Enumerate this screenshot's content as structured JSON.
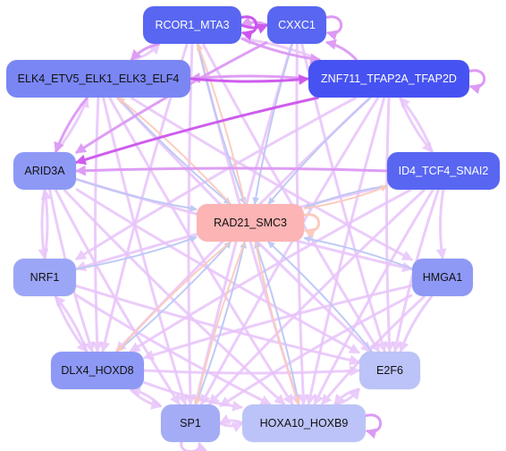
{
  "colors": {
    "edge_strong": "#cc55ee",
    "edge_mid": "#dd99f4",
    "edge_light": "#e8c4fa",
    "edge_blue": "#bcc8f4",
    "edge_peach": "#fbcbbd"
  },
  "nodes": [
    {
      "id": "rcor1",
      "label": "RCOR1_MTA3",
      "fill": "#5866f2",
      "text": "#ffffff"
    },
    {
      "id": "cxxc1",
      "label": "CXXC1",
      "fill": "#5866f2",
      "text": "#ffffff"
    },
    {
      "id": "elk4",
      "label": "ELK4_ETV5_ELK1_ELK3_ELF4",
      "fill": "#7a86f4",
      "text": "#111111"
    },
    {
      "id": "znf711",
      "label": "ZNF711_TFAP2A_TFAP2D",
      "fill": "#4652f2",
      "text": "#ffffff"
    },
    {
      "id": "arid3a",
      "label": "ARID3A",
      "fill": "#8e99f6",
      "text": "#111111"
    },
    {
      "id": "id4",
      "label": "ID4_TCF4_SNAI2",
      "fill": "#5866f2",
      "text": "#ffffff"
    },
    {
      "id": "rad21",
      "label": "RAD21_SMC3",
      "fill": "#fcb4b4",
      "text": "#111111"
    },
    {
      "id": "nrf1",
      "label": "NRF1",
      "fill": "#9ca6f6",
      "text": "#111111"
    },
    {
      "id": "hmga1",
      "label": "HMGA1",
      "fill": "#8e99f6",
      "text": "#111111"
    },
    {
      "id": "dlx4",
      "label": "DLX4_HOXD8",
      "fill": "#8e99f6",
      "text": "#111111"
    },
    {
      "id": "e2f6",
      "label": "E2F6",
      "fill": "#bcc3f8",
      "text": "#111111"
    },
    {
      "id": "sp1",
      "label": "SP1",
      "fill": "#a4acf6",
      "text": "#111111"
    },
    {
      "id": "hoxa10",
      "label": "HOXA10_HOXB9",
      "fill": "#bcc3f8",
      "text": "#111111"
    }
  ],
  "edges": [
    {
      "from": "rcor1",
      "to": "cxxc1",
      "color": "edge_strong",
      "w": 3
    },
    {
      "from": "cxxc1",
      "to": "rcor1",
      "color": "edge_mid",
      "w": 3
    },
    {
      "from": "elk4",
      "to": "znf711",
      "color": "edge_strong",
      "w": 3
    },
    {
      "from": "znf711",
      "to": "elk4",
      "color": "edge_mid",
      "w": 3
    },
    {
      "from": "rcor1",
      "to": "elk4",
      "color": "edge_mid",
      "w": 3
    },
    {
      "from": "elk4",
      "to": "rcor1",
      "color": "edge_light",
      "w": 3
    },
    {
      "from": "rcor1",
      "to": "znf711",
      "color": "edge_mid",
      "w": 3
    },
    {
      "from": "znf711",
      "to": "rcor1",
      "color": "edge_light",
      "w": 3
    },
    {
      "from": "znf711",
      "to": "cxxc1",
      "color": "edge_mid",
      "w": 3
    },
    {
      "from": "znf711",
      "to": "arid3a",
      "color": "edge_strong",
      "w": 3
    },
    {
      "from": "elk4",
      "to": "arid3a",
      "color": "edge_mid",
      "w": 3
    },
    {
      "from": "arid3a",
      "to": "elk4",
      "color": "edge_light",
      "w": 3
    },
    {
      "from": "cxxc1",
      "to": "arid3a",
      "color": "edge_mid",
      "w": 3
    },
    {
      "from": "id4",
      "to": "arid3a",
      "color": "edge_mid",
      "w": 3
    },
    {
      "from": "znf711",
      "to": "id4",
      "color": "edge_light",
      "w": 3
    },
    {
      "from": "id4",
      "to": "znf711",
      "color": "edge_light",
      "w": 3
    },
    {
      "from": "arid3a",
      "to": "nrf1",
      "color": "edge_light",
      "w": 3
    },
    {
      "from": "nrf1",
      "to": "arid3a",
      "color": "edge_light",
      "w": 3
    },
    {
      "from": "nrf1",
      "to": "dlx4",
      "color": "edge_light",
      "w": 3
    },
    {
      "from": "dlx4",
      "to": "nrf1",
      "color": "edge_light",
      "w": 3
    },
    {
      "from": "dlx4",
      "to": "sp1",
      "color": "edge_light",
      "w": 3
    },
    {
      "from": "sp1",
      "to": "dlx4",
      "color": "edge_light",
      "w": 3
    },
    {
      "from": "sp1",
      "to": "hoxa10",
      "color": "edge_light",
      "w": 3
    },
    {
      "from": "hoxa10",
      "to": "sp1",
      "color": "edge_light",
      "w": 3
    },
    {
      "from": "hoxa10",
      "to": "e2f6",
      "color": "edge_light",
      "w": 3
    },
    {
      "from": "e2f6",
      "to": "hoxa10",
      "color": "edge_light",
      "w": 3
    },
    {
      "from": "id4",
      "to": "hmga1",
      "color": "edge_light",
      "w": 3
    },
    {
      "from": "hmga1",
      "to": "e2f6",
      "color": "edge_light",
      "w": 3
    },
    {
      "from": "rcor1",
      "to": "sp1",
      "color": "edge_light",
      "w": 3
    },
    {
      "from": "rcor1",
      "to": "hoxa10",
      "color": "edge_light",
      "w": 3
    },
    {
      "from": "rcor1",
      "to": "dlx4",
      "color": "edge_light",
      "w": 3
    },
    {
      "from": "rcor1",
      "to": "e2f6",
      "color": "edge_light",
      "w": 3
    },
    {
      "from": "cxxc1",
      "to": "hoxa10",
      "color": "edge_light",
      "w": 3
    },
    {
      "from": "cxxc1",
      "to": "sp1",
      "color": "edge_light",
      "w": 3
    },
    {
      "from": "cxxc1",
      "to": "e2f6",
      "color": "edge_light",
      "w": 3
    },
    {
      "from": "znf711",
      "to": "sp1",
      "color": "edge_light",
      "w": 3
    },
    {
      "from": "znf711",
      "to": "hoxa10",
      "color": "edge_light",
      "w": 3
    },
    {
      "from": "znf711",
      "to": "dlx4",
      "color": "edge_light",
      "w": 3
    },
    {
      "from": "znf711",
      "to": "e2f6",
      "color": "edge_light",
      "w": 3
    },
    {
      "from": "znf711",
      "to": "nrf1",
      "color": "edge_light",
      "w": 3
    },
    {
      "from": "elk4",
      "to": "sp1",
      "color": "edge_light",
      "w": 3
    },
    {
      "from": "elk4",
      "to": "hoxa10",
      "color": "edge_light",
      "w": 3
    },
    {
      "from": "elk4",
      "to": "e2f6",
      "color": "edge_light",
      "w": 3
    },
    {
      "from": "elk4",
      "to": "hmga1",
      "color": "edge_light",
      "w": 3
    },
    {
      "from": "elk4",
      "to": "dlx4",
      "color": "edge_light",
      "w": 3
    },
    {
      "from": "id4",
      "to": "sp1",
      "color": "edge_light",
      "w": 3
    },
    {
      "from": "id4",
      "to": "hoxa10",
      "color": "edge_light",
      "w": 3
    },
    {
      "from": "id4",
      "to": "dlx4",
      "color": "edge_light",
      "w": 3
    },
    {
      "from": "id4",
      "to": "e2f6",
      "color": "edge_light",
      "w": 3
    },
    {
      "from": "id4",
      "to": "nrf1",
      "color": "edge_light",
      "w": 3
    },
    {
      "from": "arid3a",
      "to": "sp1",
      "color": "edge_light",
      "w": 3
    },
    {
      "from": "arid3a",
      "to": "hoxa10",
      "color": "edge_light",
      "w": 3
    },
    {
      "from": "arid3a",
      "to": "e2f6",
      "color": "edge_light",
      "w": 3
    },
    {
      "from": "arid3a",
      "to": "hmga1",
      "color": "edge_light",
      "w": 3
    },
    {
      "from": "arid3a",
      "to": "dlx4",
      "color": "edge_light",
      "w": 3
    },
    {
      "from": "nrf1",
      "to": "hoxa10",
      "color": "edge_light",
      "w": 3
    },
    {
      "from": "nrf1",
      "to": "e2f6",
      "color": "edge_light",
      "w": 3
    },
    {
      "from": "hmga1",
      "to": "dlx4",
      "color": "edge_light",
      "w": 3
    },
    {
      "from": "hmga1",
      "to": "sp1",
      "color": "edge_light",
      "w": 3
    },
    {
      "from": "hmga1",
      "to": "hoxa10",
      "color": "edge_light",
      "w": 3
    },
    {
      "from": "dlx4",
      "to": "hoxa10",
      "color": "edge_light",
      "w": 3
    },
    {
      "from": "dlx4",
      "to": "e2f6",
      "color": "edge_light",
      "w": 3
    },
    {
      "from": "arid3a",
      "to": "rad21",
      "color": "edge_blue",
      "w": 2
    },
    {
      "from": "nrf1",
      "to": "rad21",
      "color": "edge_blue",
      "w": 2
    },
    {
      "from": "id4",
      "to": "rad21",
      "color": "edge_blue",
      "w": 2
    },
    {
      "from": "hmga1",
      "to": "rad21",
      "color": "edge_blue",
      "w": 2
    },
    {
      "from": "znf711",
      "to": "rad21",
      "color": "edge_blue",
      "w": 2
    },
    {
      "from": "cxxc1",
      "to": "rad21",
      "color": "edge_blue",
      "w": 2
    },
    {
      "from": "rcor1",
      "to": "rad21",
      "color": "edge_blue",
      "w": 2
    },
    {
      "from": "elk4",
      "to": "rad21",
      "color": "edge_blue",
      "w": 2
    },
    {
      "from": "e2f6",
      "to": "rad21",
      "color": "edge_blue",
      "w": 2
    },
    {
      "from": "hoxa10",
      "to": "rad21",
      "color": "edge_blue",
      "w": 2
    },
    {
      "from": "sp1",
      "to": "rad21",
      "color": "edge_blue",
      "w": 2
    },
    {
      "from": "dlx4",
      "to": "rad21",
      "color": "edge_blue",
      "w": 2
    },
    {
      "from": "rad21",
      "to": "dlx4",
      "color": "edge_peach",
      "w": 2
    },
    {
      "from": "rad21",
      "to": "sp1",
      "color": "edge_peach",
      "w": 2
    },
    {
      "from": "rad21",
      "to": "hoxa10",
      "color": "edge_peach",
      "w": 2
    },
    {
      "from": "rad21",
      "to": "rcor1",
      "color": "edge_peach",
      "w": 2
    },
    {
      "from": "rad21",
      "to": "elk4",
      "color": "edge_peach",
      "w": 2
    },
    {
      "from": "rad21",
      "to": "id4",
      "color": "edge_peach",
      "w": 2
    }
  ],
  "self_loops": [
    {
      "node": "rcor1",
      "side": "right",
      "color": "edge_strong"
    },
    {
      "node": "cxxc1",
      "side": "right",
      "color": "edge_mid"
    },
    {
      "node": "znf711",
      "side": "right",
      "color": "edge_mid"
    },
    {
      "node": "rad21",
      "side": "right",
      "color": "edge_peach"
    },
    {
      "node": "hoxa10",
      "side": "right",
      "color": "edge_mid"
    },
    {
      "node": "sp1",
      "side": "bottom",
      "color": "edge_light"
    }
  ]
}
